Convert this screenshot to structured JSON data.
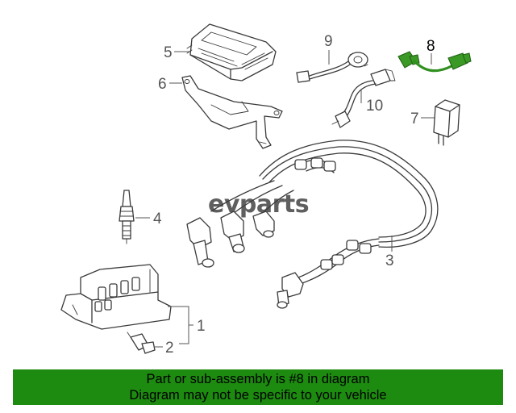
{
  "diagram": {
    "callouts": [
      {
        "id": "1",
        "label": "1"
      },
      {
        "id": "2",
        "label": "2"
      },
      {
        "id": "3",
        "label": "3"
      },
      {
        "id": "4",
        "label": "4"
      },
      {
        "id": "5",
        "label": "5"
      },
      {
        "id": "6",
        "label": "6"
      },
      {
        "id": "7",
        "label": "7"
      },
      {
        "id": "8",
        "label": "8"
      },
      {
        "id": "9",
        "label": "9"
      },
      {
        "id": "10",
        "label": "10"
      }
    ],
    "highlighted_part": "8",
    "highlight_color": "#2f8f1f"
  },
  "watermark": {
    "text": "evparts"
  },
  "footer": {
    "line1": "Part or sub-assembly is #8 in diagram",
    "line2": "Diagram may not be specific to your vehicle",
    "background_color": "#1d8a10"
  }
}
